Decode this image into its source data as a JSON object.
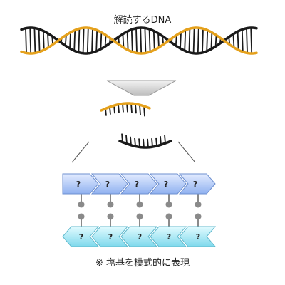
{
  "title": "解読するDNA",
  "note": "※ 塩基を模式的に表現",
  "base_marker": "?",
  "top_strand_count": 5,
  "bottom_strand_count": 5,
  "colors": {
    "backbone_orange": "#e5a11c",
    "backbone_black": "#1a1a1a",
    "arrow_gray": "#bdbdbd",
    "top_chevron_light": "#e3ecff",
    "top_chevron_dark": "#8fb1f0",
    "bottom_chevron_light": "#e2fbff",
    "bottom_chevron_dark": "#7fd9ec",
    "connector_gray": "#8a8a8a"
  }
}
